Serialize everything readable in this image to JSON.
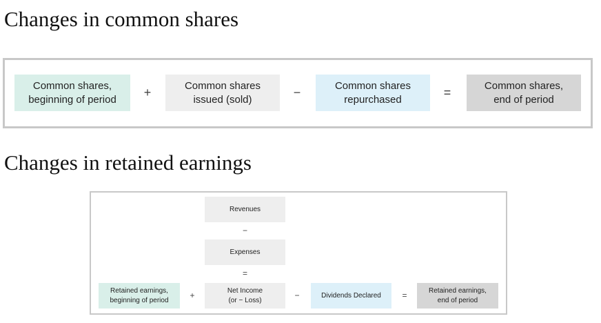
{
  "shares": {
    "title": "Changes in common shares",
    "items": [
      "Common shares,\nbeginning of period",
      "Common shares\nissued (sold)",
      "Common shares\nrepurchased",
      "Common shares,\nend of period"
    ],
    "operators": [
      "+",
      "−",
      "="
    ]
  },
  "retained": {
    "title": "Changes in retained earnings",
    "revenues": "Revenues",
    "minus_op": "−",
    "expenses": "Expenses",
    "equals_op": "=",
    "items": [
      "Retained earnings,\nbeginning of period",
      "Net Income\n(or − Loss)",
      "Dividends Declared",
      "Retained earnings,\nend of period"
    ],
    "operators": [
      "+",
      "−",
      "="
    ]
  },
  "colors": {
    "beginning": "#d9efe9",
    "added": "#eeeeee",
    "subtracted": "#ddf0f9",
    "ending": "#d6d6d6",
    "frame": "#c8c8c8"
  }
}
